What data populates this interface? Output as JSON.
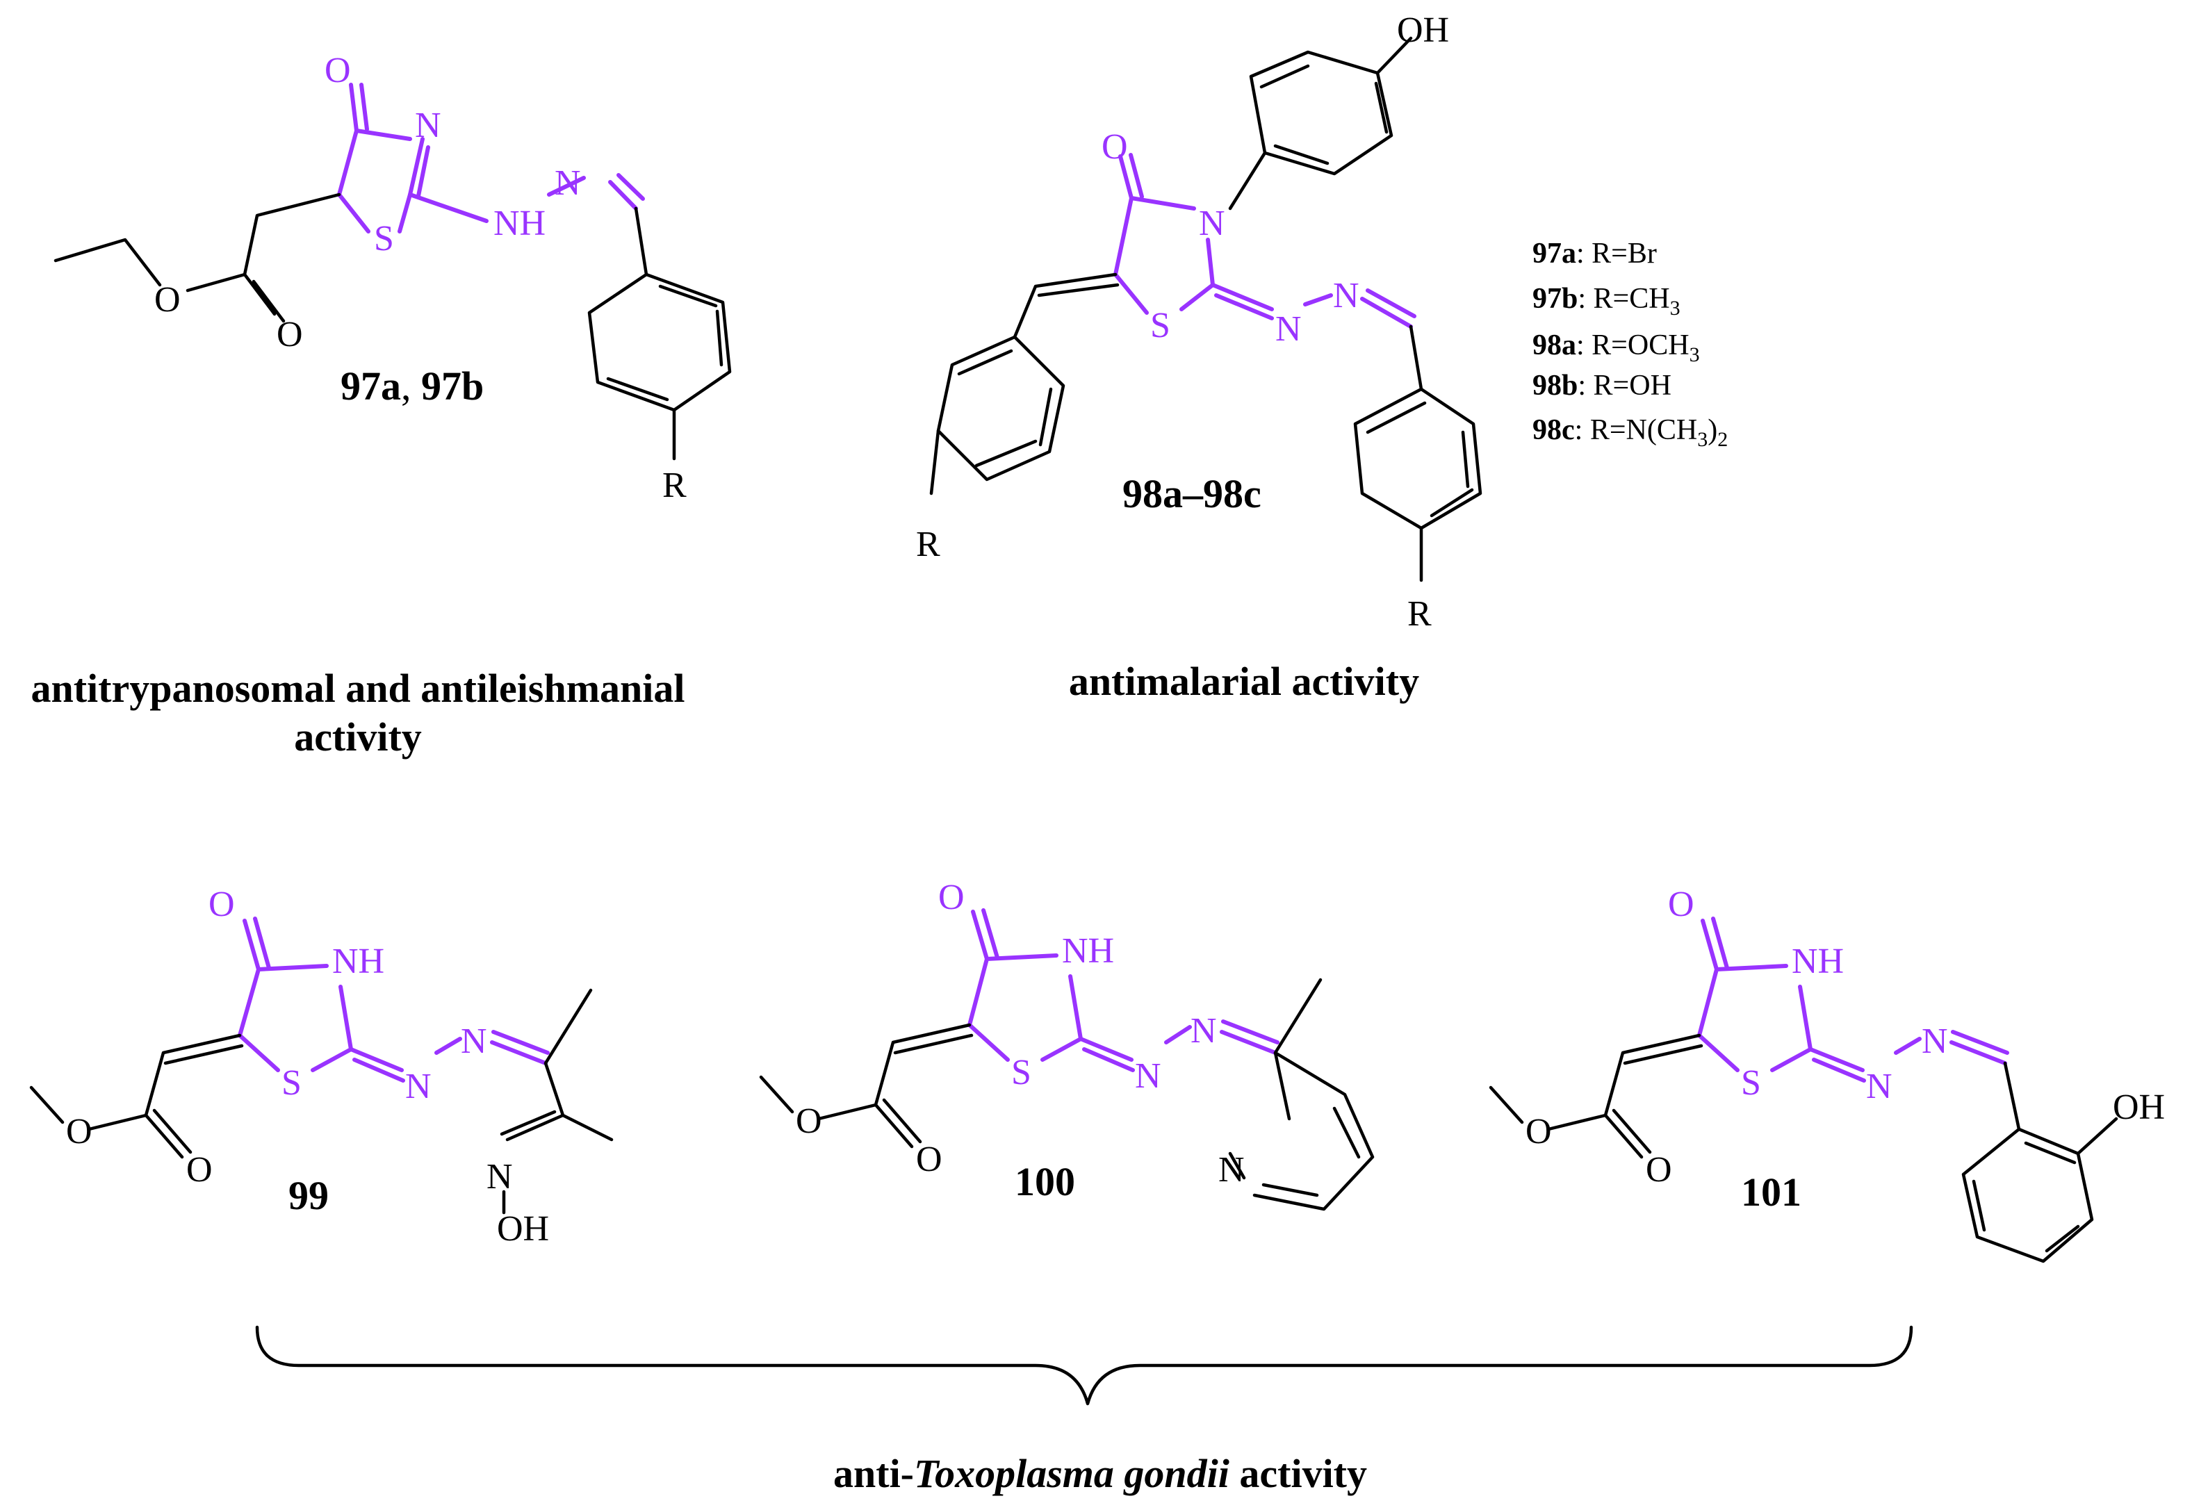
{
  "structures": {
    "s97": {
      "label_a": "97a",
      "label_sep": ", ",
      "label_b": "97b",
      "atoms": {
        "O_keto": "O",
        "N_ring": "N",
        "S_ring": "S",
        "NH": "NH",
        "N_imine": "N",
        "O_ester_single": "O",
        "O_ester_double": "O",
        "R": "R"
      }
    },
    "s98": {
      "label": "98a–98c",
      "atoms": {
        "OH": "OH",
        "O_keto": "O",
        "N_ring": "N",
        "S_ring": "S",
        "N_azine1": "N",
        "N_azine2": "N",
        "R_left": "R",
        "R_right": "R"
      }
    },
    "s99": {
      "label": "99",
      "atoms": {
        "O_keto": "O",
        "NH": "NH",
        "S_ring": "S",
        "N_azine1": "N",
        "N_azine2": "N",
        "O_ester_single": "O",
        "O_ester_double": "O",
        "N_oxime": "N",
        "OH": "OH"
      }
    },
    "s100": {
      "label": "100",
      "atoms": {
        "O_keto": "O",
        "NH": "NH",
        "S_ring": "S",
        "N_azine1": "N",
        "N_azine2": "N",
        "O_ester_single": "O",
        "O_ester_double": "O",
        "N_pyridine": "N"
      }
    },
    "s101": {
      "label": "101",
      "atoms": {
        "O_keto": "O",
        "NH": "NH",
        "S_ring": "S",
        "N_azine1": "N",
        "N_azine2": "N",
        "O_ester_single": "O",
        "O_ester_double": "O",
        "OH": "OH"
      }
    }
  },
  "legend": [
    {
      "compound": "97a",
      "sep": ": ",
      "r_prefix": "R=Br",
      "sub": "",
      "suffix": ""
    },
    {
      "compound": "97b",
      "sep": ": ",
      "r_prefix": "R=CH",
      "sub": "3",
      "suffix": ""
    },
    {
      "compound": "98a",
      "sep": ": ",
      "r_prefix": "R=OCH",
      "sub": "3",
      "suffix": ""
    },
    {
      "compound": "98b",
      "sep": ": ",
      "r_prefix": "R=OH",
      "sub": "",
      "suffix": ""
    },
    {
      "compound": "98c",
      "sep": ": ",
      "r_prefix": "R=N(CH",
      "sub": "3",
      "suffix": ")",
      "sub2": "2"
    }
  ],
  "captions": {
    "antitrypanosomal_line1": "antitrypanosomal and antileishmanial",
    "antitrypanosomal_line2": "activity",
    "antimalarial": "antimalarial activity",
    "toxoplasma_prefix": "anti-",
    "toxoplasma_italic": "Toxoplasma gondii",
    "toxoplasma_suffix": " activity"
  },
  "colors": {
    "highlight": "#9933ff",
    "bond": "#000000"
  }
}
